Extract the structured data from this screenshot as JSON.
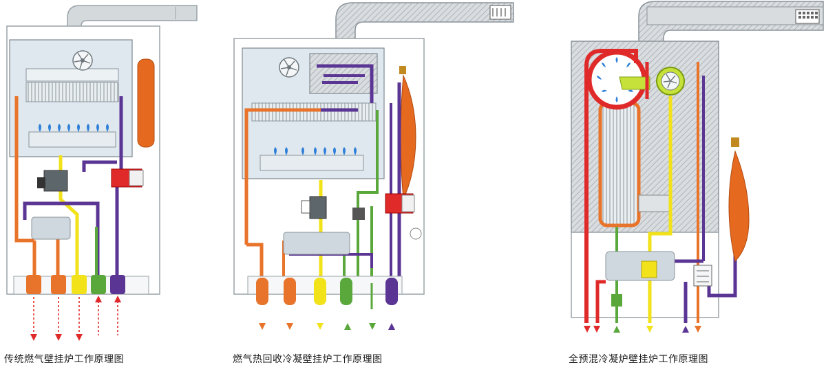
{
  "captions": {
    "traditional": "传统燃气壁挂炉工作原理图",
    "heat_recovery": "燃气热回收冷凝壁挂炉工作原理图",
    "full_premix": "全预混冷凝炉壁挂炉工作原理图"
  },
  "colors": {
    "flue": "#c9cfd3",
    "casing": "#9aa3a8",
    "panel": "#dfe8ee",
    "hatch": "#b9bfc4",
    "flame": "#2f7fd8",
    "hot_red": "#e02a2a",
    "orange": "#e8732a",
    "yellow_gas": "#f2e21a",
    "green_cold": "#5aa83c",
    "purple": "#5a3594",
    "lime_fan": "#c6e23a",
    "expansion_tank": "#e56a20"
  },
  "icons": [
    "fan-icon",
    "flame-icon",
    "valve-icon",
    "expansion-tank-icon",
    "pump-icon",
    "arrow-icon"
  ]
}
